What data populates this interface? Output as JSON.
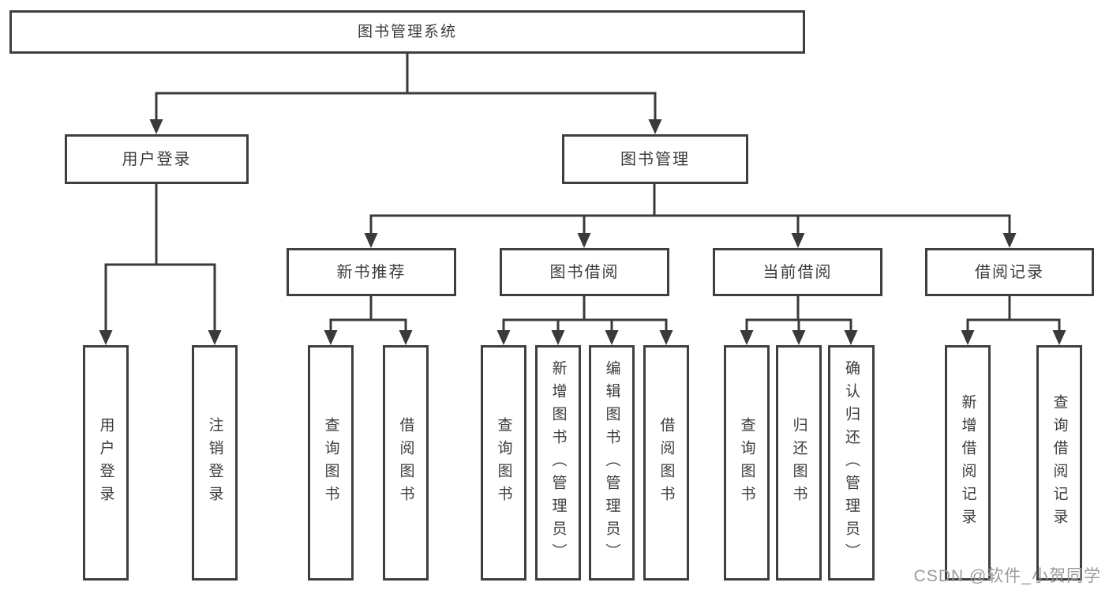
{
  "tree": {
    "label": "图书管理系统",
    "children": [
      {
        "label": "用户登录",
        "children": [
          {
            "label": "用户登录"
          },
          {
            "label": "注销登录"
          }
        ]
      },
      {
        "label": "图书管理",
        "children": [
          {
            "label": "新书推荐",
            "children": [
              {
                "label": "查询图书"
              },
              {
                "label": "借阅图书"
              }
            ]
          },
          {
            "label": "图书借阅",
            "children": [
              {
                "label": "查询图书"
              },
              {
                "label": "新增图书（管理员）"
              },
              {
                "label": "编辑图书（管理员）"
              },
              {
                "label": "借阅图书"
              }
            ]
          },
          {
            "label": "当前借阅",
            "children": [
              {
                "label": "查询图书"
              },
              {
                "label": "归还图书"
              },
              {
                "label": "确认归还（管理员）"
              }
            ]
          },
          {
            "label": "借阅记录",
            "children": [
              {
                "label": "新增借阅记录"
              },
              {
                "label": "查询借阅记录"
              }
            ]
          }
        ]
      }
    ]
  },
  "watermark": "CSDN @软件_小贺同学",
  "colors": {
    "line": "#3a3a3a",
    "box_border": "#3f3f3f",
    "text": "#3c3c3c",
    "watermark": "#9b9b9b",
    "background": "#ffffff"
  }
}
